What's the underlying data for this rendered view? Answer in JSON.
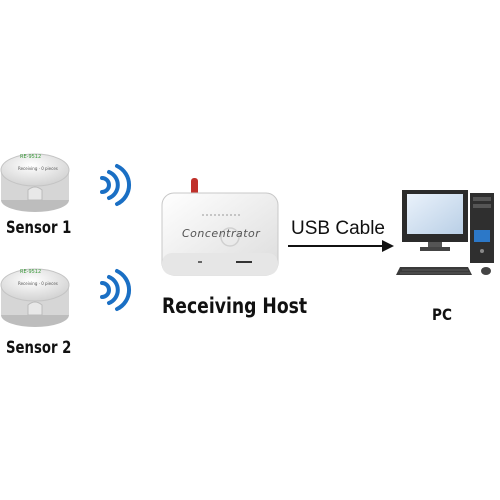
{
  "sensors": [
    {
      "label": "Sensor 1",
      "device_model": "RE-9512",
      "device_text": "Receiving · 0 pieces"
    },
    {
      "label": "Sensor 2",
      "device_model": "RE-9512",
      "device_text": "Receiving · 0 pieces"
    }
  ],
  "host": {
    "label": "Receiving Host",
    "device_text": "Concentrator"
  },
  "connection": {
    "label": "USB Cable"
  },
  "pc": {
    "label": "PC"
  },
  "icons": [
    "wifi-signal-icon",
    "antenna-icon",
    "arrow-right-icon",
    "monitor-icon",
    "tower-icon",
    "keyboard-icon",
    "mouse-icon"
  ],
  "colors": {
    "signal_blue": "#1a6fc4",
    "antenna_red": "#c0302a",
    "device_white": "#f4f4f4",
    "screen_blue": "#2c78c8"
  }
}
